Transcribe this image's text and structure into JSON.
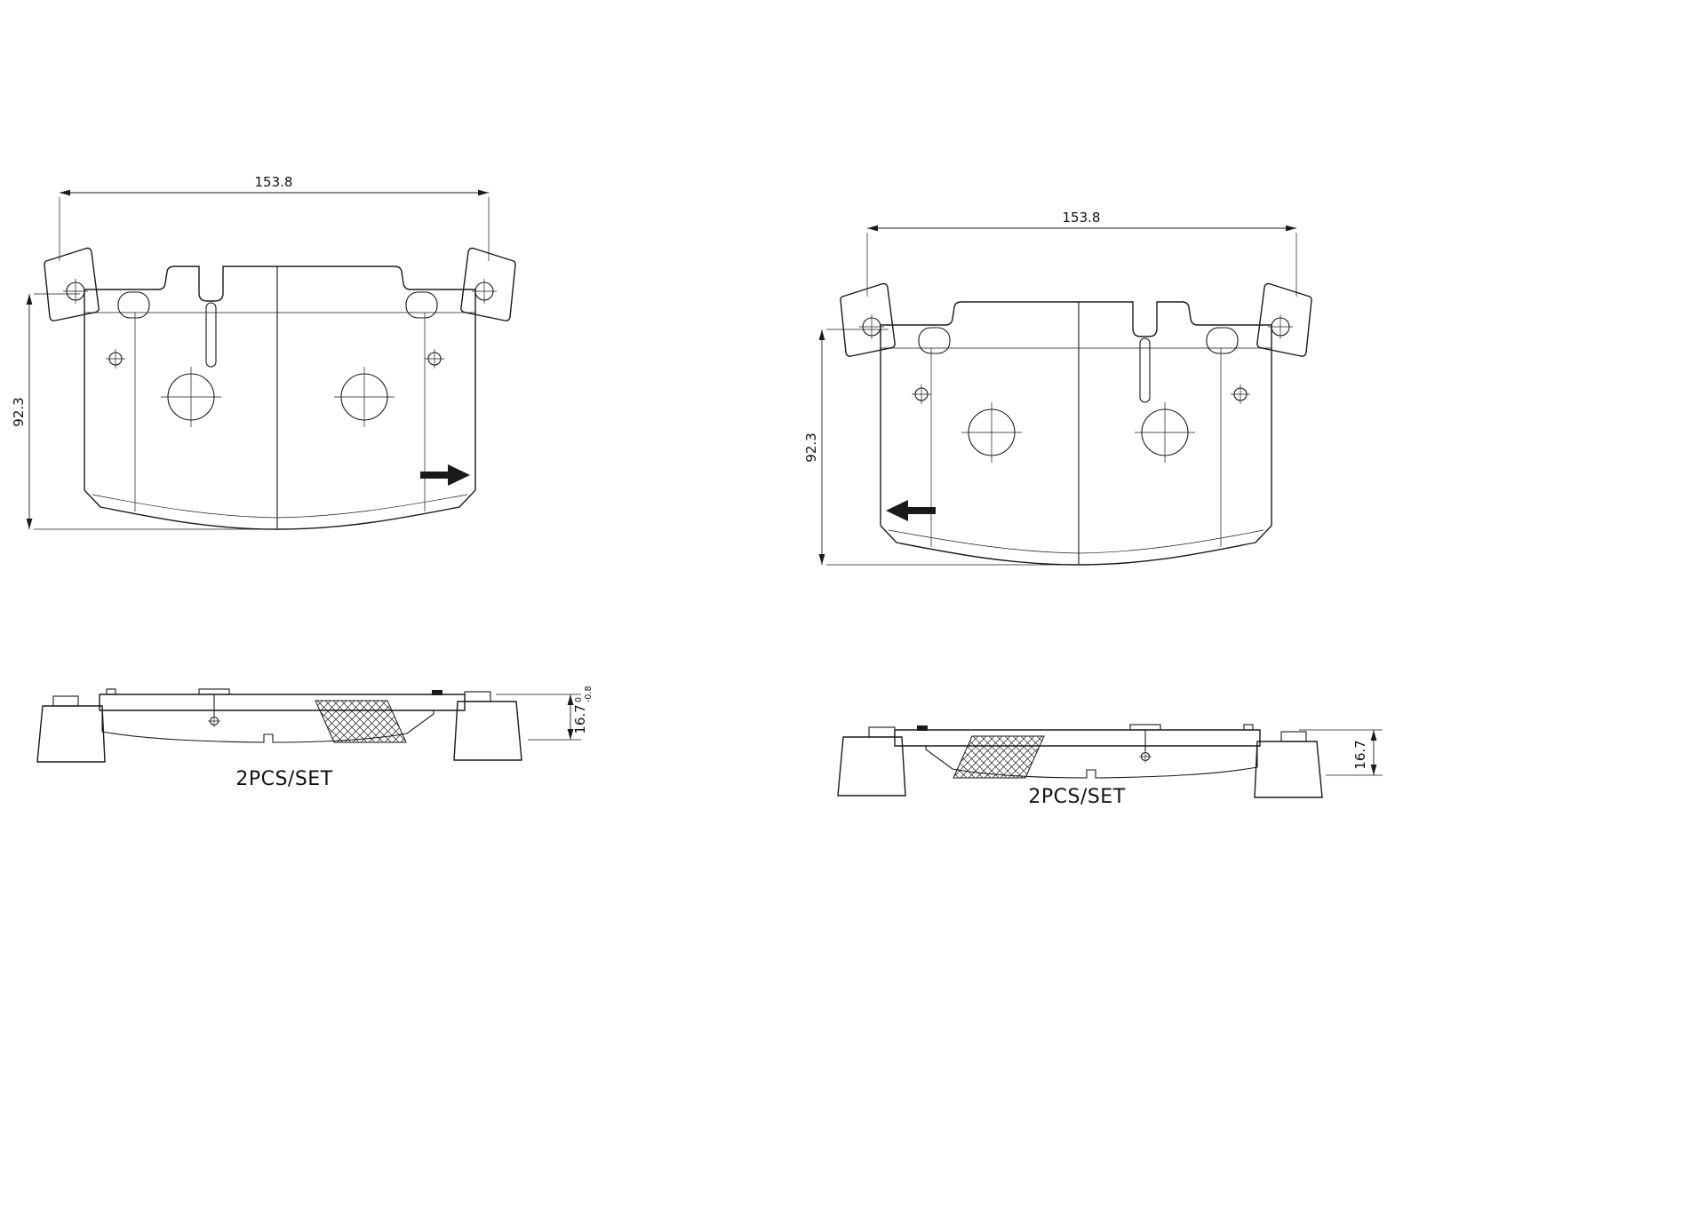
{
  "colors": {
    "line": "#1a1a1a",
    "background": "#ffffff"
  },
  "views": {
    "front_left": {
      "width_dim": "153.8",
      "height_dim": "92.3",
      "direction_arrow": "right"
    },
    "front_right": {
      "width_dim": "153.8",
      "height_dim": "92.3",
      "direction_arrow": "left"
    },
    "side_left": {
      "thickness_dim": "16.7",
      "tolerance_upper": "0",
      "tolerance_lower": "-0.8",
      "set_label": "2PCS/SET"
    },
    "side_right": {
      "thickness_dim": "16.7",
      "set_label": "2PCS/SET"
    }
  }
}
